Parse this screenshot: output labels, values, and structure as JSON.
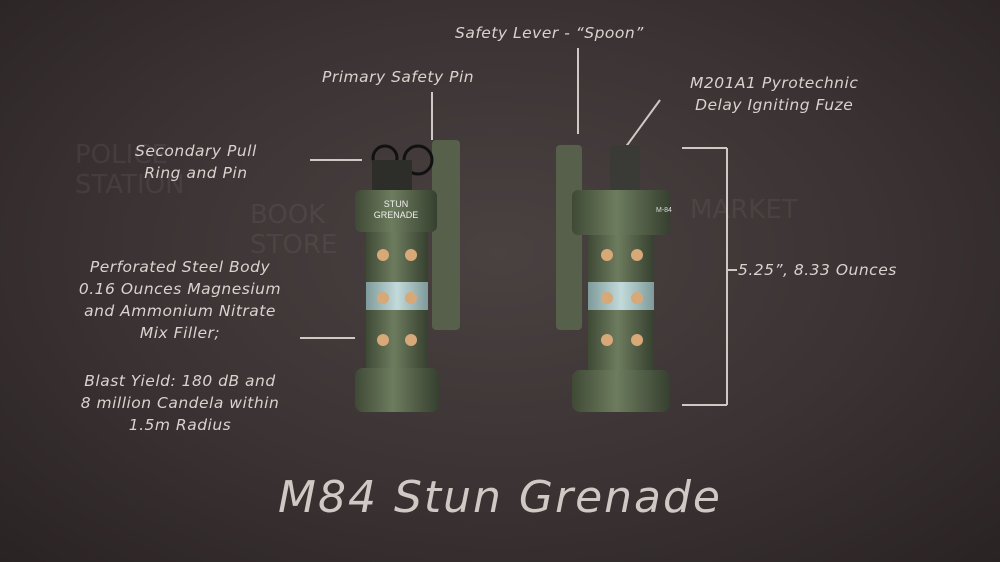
{
  "title": "M84 Stun Grenade",
  "labels": {
    "safety_lever": "Safety Lever - “Spoon”",
    "primary_pin": "Primary Safety Pin",
    "fuze_line1": "M201A1 Pyrotechnic",
    "fuze_line2": "Delay Igniting Fuze",
    "secondary_line1": "Secondary Pull",
    "secondary_line2": "Ring and Pin",
    "body_line1": "Perforated Steel Body",
    "body_line2": "0.16 Ounces Magnesium",
    "body_line3": "and Ammonium Nitrate",
    "body_line4": "Mix Filler;",
    "blast_line1": "Blast Yield: 180 dB and",
    "blast_line2": "8 million Candela within",
    "blast_line3": "1.5m Radius",
    "dimensions": "5.25”, 8.33 Ounces"
  },
  "grenade_text": {
    "line1": "STUN",
    "line2": "GRENADE",
    "side": "M-84"
  },
  "colors": {
    "chalk": "#d9d3cf",
    "board": "#3b3333",
    "body": "#5f6e52",
    "band": "#a9c4c4",
    "holes": "#d7a878"
  }
}
